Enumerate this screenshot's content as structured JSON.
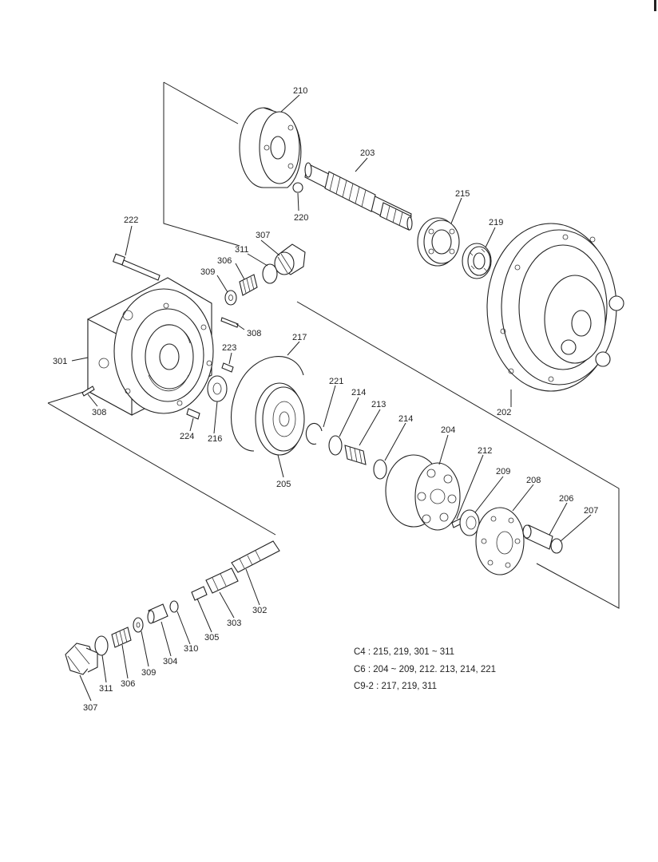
{
  "labels": {
    "l210": "210",
    "l203": "203",
    "l215": "215",
    "l219": "219",
    "l220": "220",
    "l222": "222",
    "l311a": "311",
    "l307a": "307",
    "l306a": "306",
    "l309a": "309",
    "l308a": "308",
    "l301": "301",
    "l223": "223",
    "l217": "217",
    "l308b": "308",
    "l224": "224",
    "l216": "216",
    "l205": "205",
    "l221": "221",
    "l214a": "214",
    "l213": "213",
    "l214b": "214",
    "l204": "204",
    "l212": "212",
    "l209": "209",
    "l208": "208",
    "l206": "206",
    "l207": "207",
    "l202": "202",
    "l302": "302",
    "l303": "303",
    "l305": "305",
    "l310": "310",
    "l304": "304",
    "l309b": "309",
    "l306b": "306",
    "l311b": "311",
    "l307b": "307"
  },
  "notes": {
    "c4": "C4 : 215, 219, 301 ~ 311",
    "c6": "C6 : 204 ~ 209, 212. 213, 214, 221",
    "c9": "C9-2 : 217, 219, 311"
  }
}
